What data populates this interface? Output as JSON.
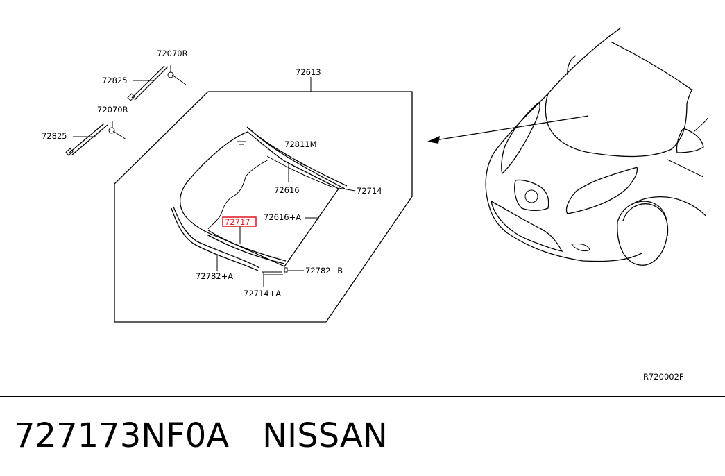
{
  "diagram": {
    "labels": {
      "c72070r_top": "72070R",
      "c72825_top": "72825",
      "c72070r_mid": "72070R",
      "c72825_mid": "72825",
      "c72613": "72613",
      "c72811m": "72811M",
      "c72616": "72616",
      "c72714": "72714",
      "c72616a": "72616+A",
      "c72717": "72717",
      "c72782a": "72782+A",
      "c72782b": "72782+B",
      "c72714a": "72714+A",
      "ref": "R720002F"
    },
    "highlight_color": "#e0141e"
  },
  "footer": {
    "part_number": "727173NF0A",
    "brand": "NISSAN"
  }
}
